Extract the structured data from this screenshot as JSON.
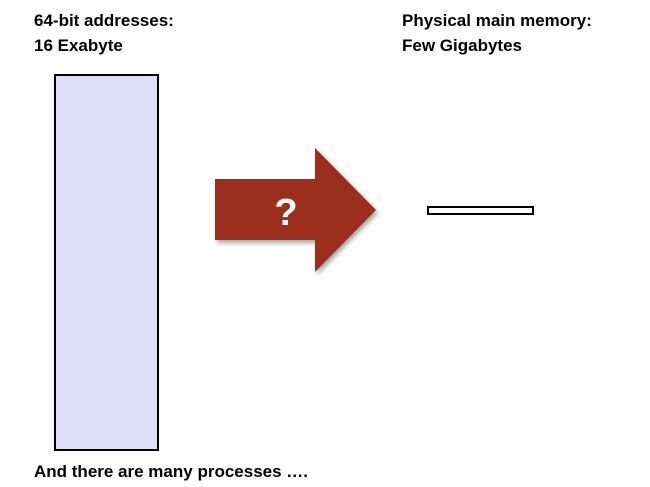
{
  "left_label": {
    "line1": "64-bit addresses:",
    "line2": "16 Exabyte"
  },
  "right_label": {
    "line1": "Physical main memory:",
    "line2": "Few Gigabytes"
  },
  "arrow": {
    "symbol": "?",
    "color": "#9b2d1a",
    "text_color": "#ffffff"
  },
  "virtual_space": {
    "fill_color": "#dedef7"
  },
  "footer": "And there are many processes …."
}
